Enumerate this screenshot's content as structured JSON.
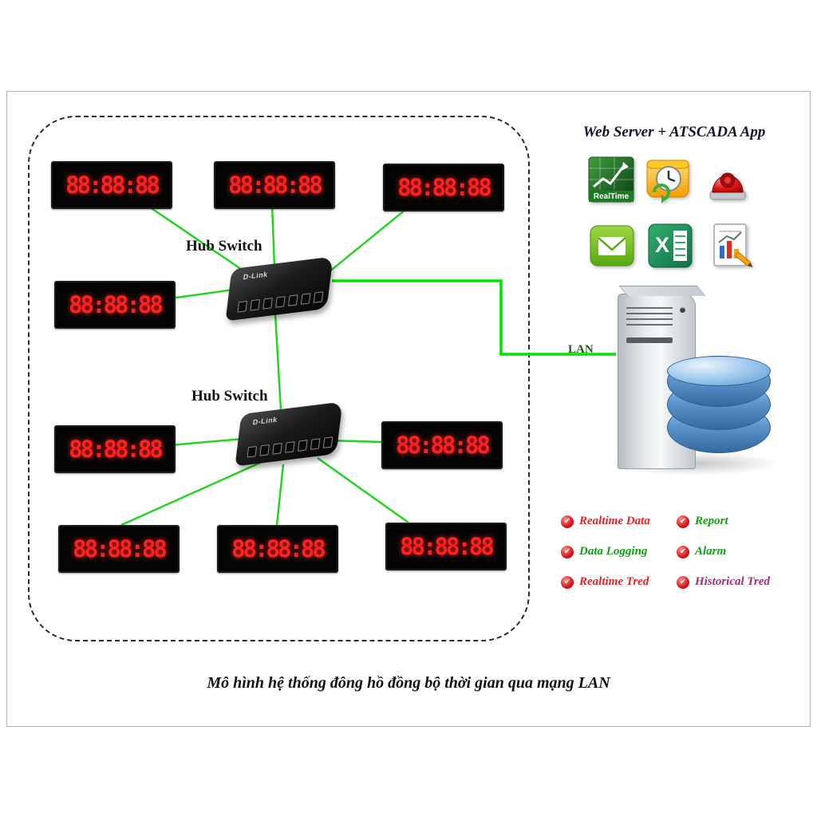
{
  "webserver": {
    "title": "Web Server + ATSCADA App",
    "icons": [
      {
        "name": "realtime-chart-icon",
        "label": "RealTime"
      },
      {
        "name": "backup-clock-icon",
        "label": ""
      },
      {
        "name": "siren-alarm-icon",
        "label": ""
      },
      {
        "name": "email-icon",
        "label": ""
      },
      {
        "name": "excel-icon",
        "label": "X"
      },
      {
        "name": "report-chart-icon",
        "label": ""
      }
    ]
  },
  "diagram": {
    "hub1_label": "Hub Switch",
    "hub2_label": "Hub Switch",
    "hub_brand": "D-Link",
    "lan_label": "LAN",
    "caption": "Mô hình hệ thống đông hồ đồng bộ thời gian qua mạng LAN"
  },
  "clocks": [
    {
      "id": "clock-top-left",
      "display": "88:88:88"
    },
    {
      "id": "clock-top-middle",
      "display": "88:88:88"
    },
    {
      "id": "clock-top-right",
      "display": "88:88:88"
    },
    {
      "id": "clock-mid-left-upper",
      "display": "88:88:88"
    },
    {
      "id": "clock-mid-left-lower",
      "display": "88:88:88"
    },
    {
      "id": "clock-mid-right",
      "display": "88:88:88"
    },
    {
      "id": "clock-bottom-left",
      "display": "88:88:88"
    },
    {
      "id": "clock-bottom-middle",
      "display": "88:88:88"
    },
    {
      "id": "clock-bottom-right",
      "display": "88:88:88"
    }
  ],
  "features": [
    {
      "label": "Realtime Data",
      "color": "#e02424",
      "icon": "check-circle"
    },
    {
      "label": "Report",
      "color": "#14a014",
      "icon": "check-circle"
    },
    {
      "label": "Data Logging",
      "color": "#14a014",
      "icon": "check-circle"
    },
    {
      "label": "Alarm",
      "color": "#14a014",
      "icon": "check-circle"
    },
    {
      "label": "Realtime Tred",
      "color": "#e02424",
      "icon": "check-circle"
    },
    {
      "label": "Historical Tred",
      "color": "#a23070",
      "icon": "check-circle"
    }
  ],
  "colors": {
    "line_green": "#1fd41f",
    "lan_green": "#00e400",
    "led_red": "#ff2020"
  }
}
